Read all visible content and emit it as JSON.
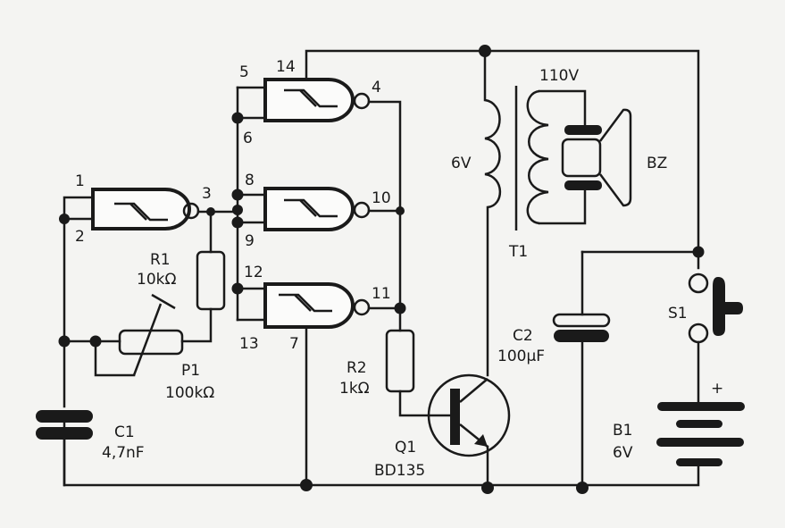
{
  "diagram": {
    "type": "circuit-schematic",
    "components": {
      "c1": {
        "ref": "C1",
        "value": "4,7nF"
      },
      "r1": {
        "ref": "R1",
        "value": "10kΩ"
      },
      "p1": {
        "ref": "P1",
        "value": "100kΩ"
      },
      "r2": {
        "ref": "R2",
        "value": "1kΩ"
      },
      "q1": {
        "ref": "Q1",
        "value": "BD135"
      },
      "t1": {
        "ref": "T1",
        "primary": "6V",
        "secondary": "110V"
      },
      "bz": {
        "ref": "BZ"
      },
      "c2": {
        "ref": "C2",
        "value": "100µF"
      },
      "s1": {
        "ref": "S1"
      },
      "b1": {
        "ref": "B1",
        "value": "6V",
        "polarity": "+"
      }
    },
    "pins": {
      "p1": "1",
      "p2": "2",
      "p3": "3",
      "p4": "4",
      "p5": "5",
      "p6": "6",
      "p7": "7",
      "p8": "8",
      "p9": "9",
      "p10": "10",
      "p11": "11",
      "p12": "12",
      "p13": "13",
      "p14": "14"
    }
  }
}
